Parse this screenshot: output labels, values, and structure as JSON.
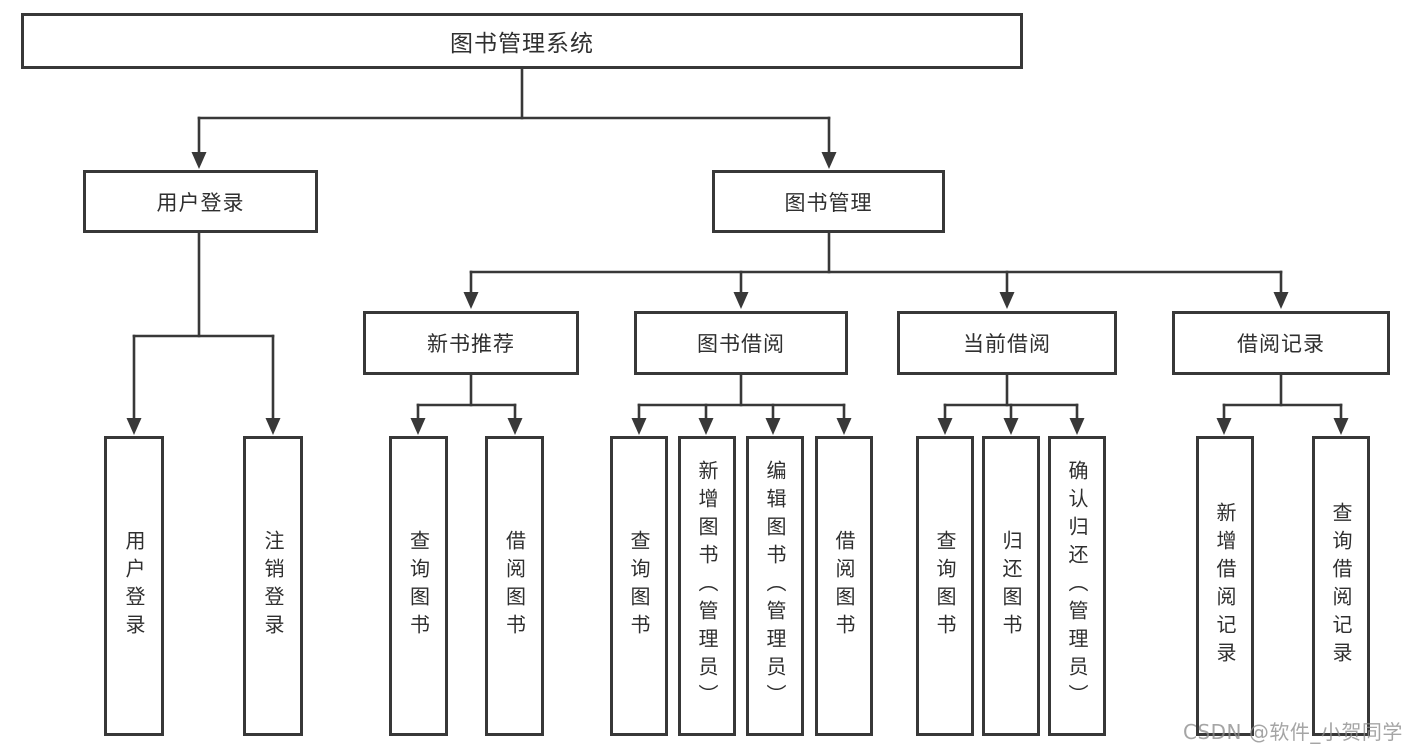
{
  "title": {
    "label": "图书管理系统"
  },
  "level2": [
    {
      "label": "用户登录"
    },
    {
      "label": "图书管理"
    }
  ],
  "level3": [
    {
      "label": "新书推荐"
    },
    {
      "label": "图书借阅"
    },
    {
      "label": "当前借阅"
    },
    {
      "label": "借阅记录"
    }
  ],
  "leaves": {
    "user_login": [
      {
        "label": "用户登录"
      },
      {
        "label": "注销登录"
      }
    ],
    "new_book_recommendation": [
      {
        "label": "查询图书"
      },
      {
        "label": "借阅图书"
      }
    ],
    "book_borrowing": [
      {
        "label": "查询图书"
      },
      {
        "label": "新增图书（管理员）"
      },
      {
        "label": "编辑图书（管理员）"
      },
      {
        "label": "借阅图书"
      }
    ],
    "current_borrowing": [
      {
        "label": "查询图书"
      },
      {
        "label": "归还图书"
      },
      {
        "label": "确认归还（管理员）"
      }
    ],
    "borrowing_records": [
      {
        "label": "新增借阅记录"
      },
      {
        "label": "查询借阅记录"
      }
    ]
  },
  "watermark": {
    "text": "CSDN @软件_小贺同学"
  },
  "colors": {
    "line": "#383838",
    "text": "#2f2f2f",
    "box_background": "#ffffff",
    "watermark": "#8c8c8c"
  }
}
